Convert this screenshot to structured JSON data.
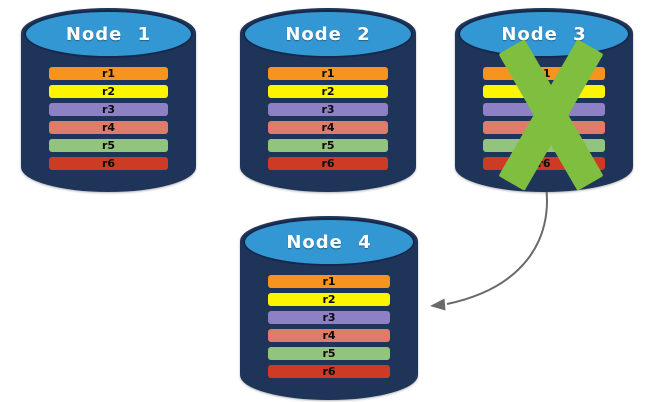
{
  "colors": {
    "background": "#FFFFFF",
    "cylinder_body": "#1F3459",
    "cylinder_top": "#3297D3",
    "cylinder_edge": "#16284A",
    "node_label_text": "#FFFFFF",
    "replica_label_text": "#0B0B0B",
    "x_mark": "#7FBE3F",
    "arrow": "#6A6A6A"
  },
  "nodes": [
    {
      "name": "Node 1",
      "status": "healthy",
      "replicas": [
        {
          "label": "r1",
          "color": "#F7941E"
        },
        {
          "label": "r2",
          "color": "#FDF500"
        },
        {
          "label": "r3",
          "color": "#8E80C4"
        },
        {
          "label": "r4",
          "color": "#E07B6B"
        },
        {
          "label": "r5",
          "color": "#93C47D"
        },
        {
          "label": "r6",
          "color": "#CE3B25"
        }
      ]
    },
    {
      "name": "Node 2",
      "status": "healthy",
      "replicas": [
        {
          "label": "r1",
          "color": "#F7941E"
        },
        {
          "label": "r2",
          "color": "#FDF500"
        },
        {
          "label": "r3",
          "color": "#8E80C4"
        },
        {
          "label": "r4",
          "color": "#E07B6B"
        },
        {
          "label": "r5",
          "color": "#93C47D"
        },
        {
          "label": "r6",
          "color": "#CE3B25"
        }
      ]
    },
    {
      "name": "Node 3",
      "status": "failed",
      "replicas": [
        {
          "label": "r1",
          "color": "#F7941E"
        },
        {
          "label": "r2",
          "color": "#FDF500"
        },
        {
          "label": "r3",
          "color": "#8E80C4"
        },
        {
          "label": "r4",
          "color": "#E07B6B"
        },
        {
          "label": "r5",
          "color": "#93C47D"
        },
        {
          "label": "r6",
          "color": "#CE3B25"
        }
      ]
    },
    {
      "name": "Node 4",
      "status": "healthy",
      "replicas": [
        {
          "label": "r1",
          "color": "#F7941E"
        },
        {
          "label": "r2",
          "color": "#FDF500"
        },
        {
          "label": "r3",
          "color": "#8E80C4"
        },
        {
          "label": "r4",
          "color": "#E07B6B"
        },
        {
          "label": "r5",
          "color": "#93C47D"
        },
        {
          "label": "r6",
          "color": "#CE3B25"
        }
      ]
    }
  ],
  "arrow": {
    "from": "Node 3",
    "to": "Node 4"
  }
}
